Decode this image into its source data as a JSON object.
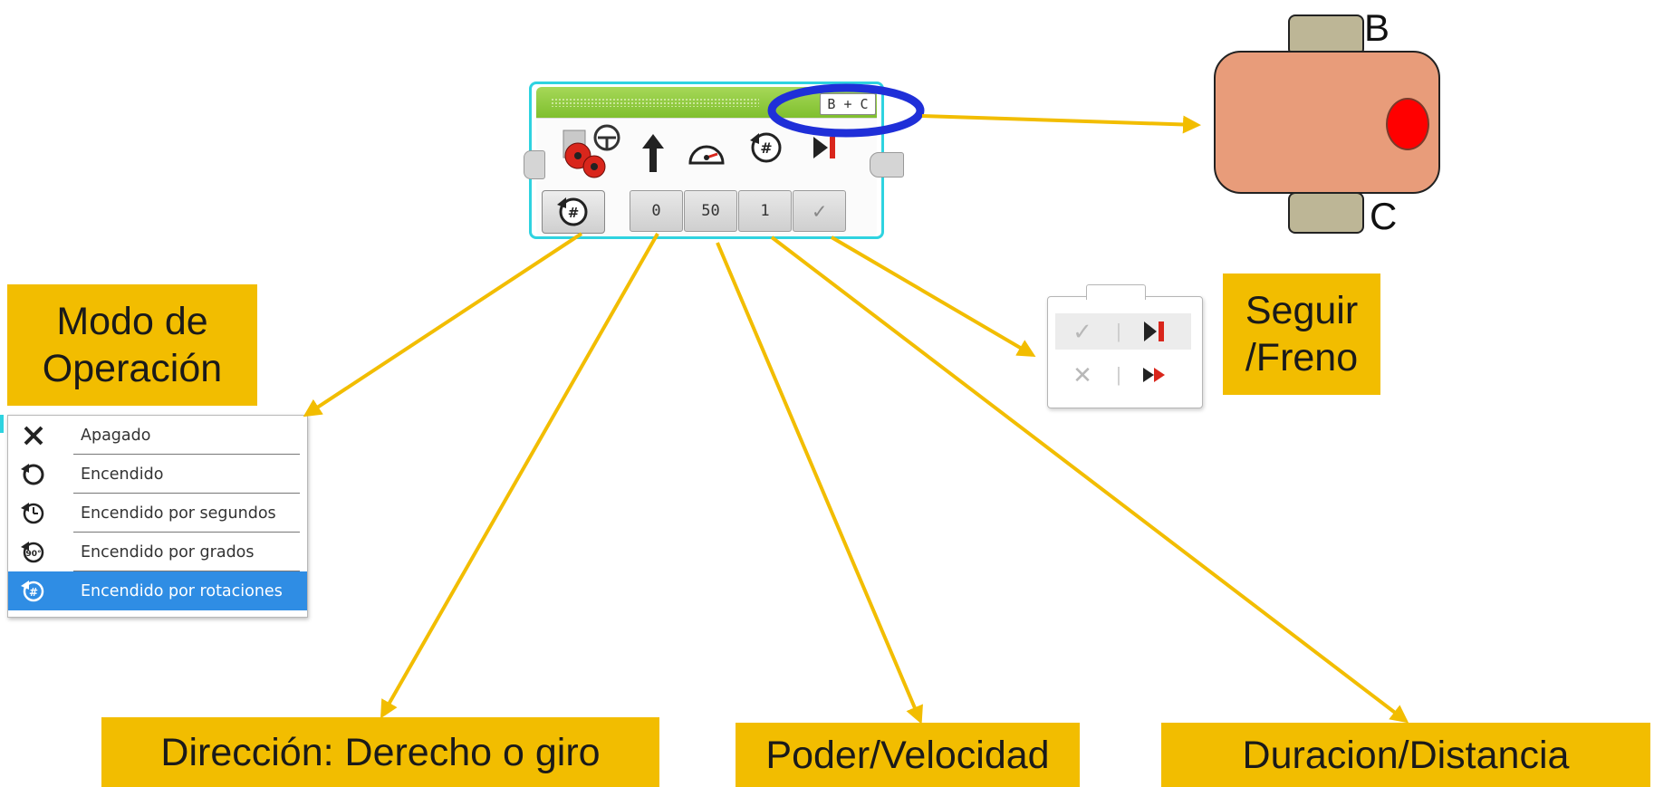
{
  "motor_block": {
    "port_label": "B + C",
    "params": [
      "0",
      "50",
      "1"
    ],
    "icons": [
      "motor-steering-icon",
      "direction-arrow-icon",
      "speedometer-icon",
      "rotations-icon",
      "stop-brake-icon"
    ],
    "mode_icon": "rotations-mode-icon",
    "brake_check": "✓"
  },
  "callouts": {
    "mode": [
      "Modo de",
      "Operación"
    ],
    "brake": [
      "Seguir",
      "/Freno"
    ],
    "direction": "Dirección: Derecho o giro",
    "power": "Poder/Velocidad",
    "duration": "Duracion/Distancia"
  },
  "mode_menu": {
    "items": [
      {
        "label": "Apagado",
        "icon": "x-icon"
      },
      {
        "label": "Encendido",
        "icon": "on-icon"
      },
      {
        "label": "Encendido por segundos",
        "icon": "seconds-icon"
      },
      {
        "label": "Encendido por grados",
        "icon": "degrees-icon",
        "badge": "90°"
      },
      {
        "label": "Encendido por rotaciones",
        "icon": "rotations-icon",
        "selected": true
      }
    ]
  },
  "brake_popup": {
    "rows": [
      {
        "left": "✓",
        "right": "▶|",
        "selected": true
      },
      {
        "left": "✕",
        "right": "▶▶",
        "selected": false
      }
    ],
    "separator": "|"
  },
  "robot": {
    "motor_b_label": "B",
    "motor_c_label": "C"
  },
  "colors": {
    "callout_bg": "#f2bd00",
    "arrow": "#f2bd00",
    "highlight_ring": "#1f2fd8",
    "robot_body": "#e89c7a",
    "wheel": "#bdb696",
    "sensor": "#ff0000",
    "menu_selected": "#2f8de4",
    "block_green": "#8cc63f"
  }
}
